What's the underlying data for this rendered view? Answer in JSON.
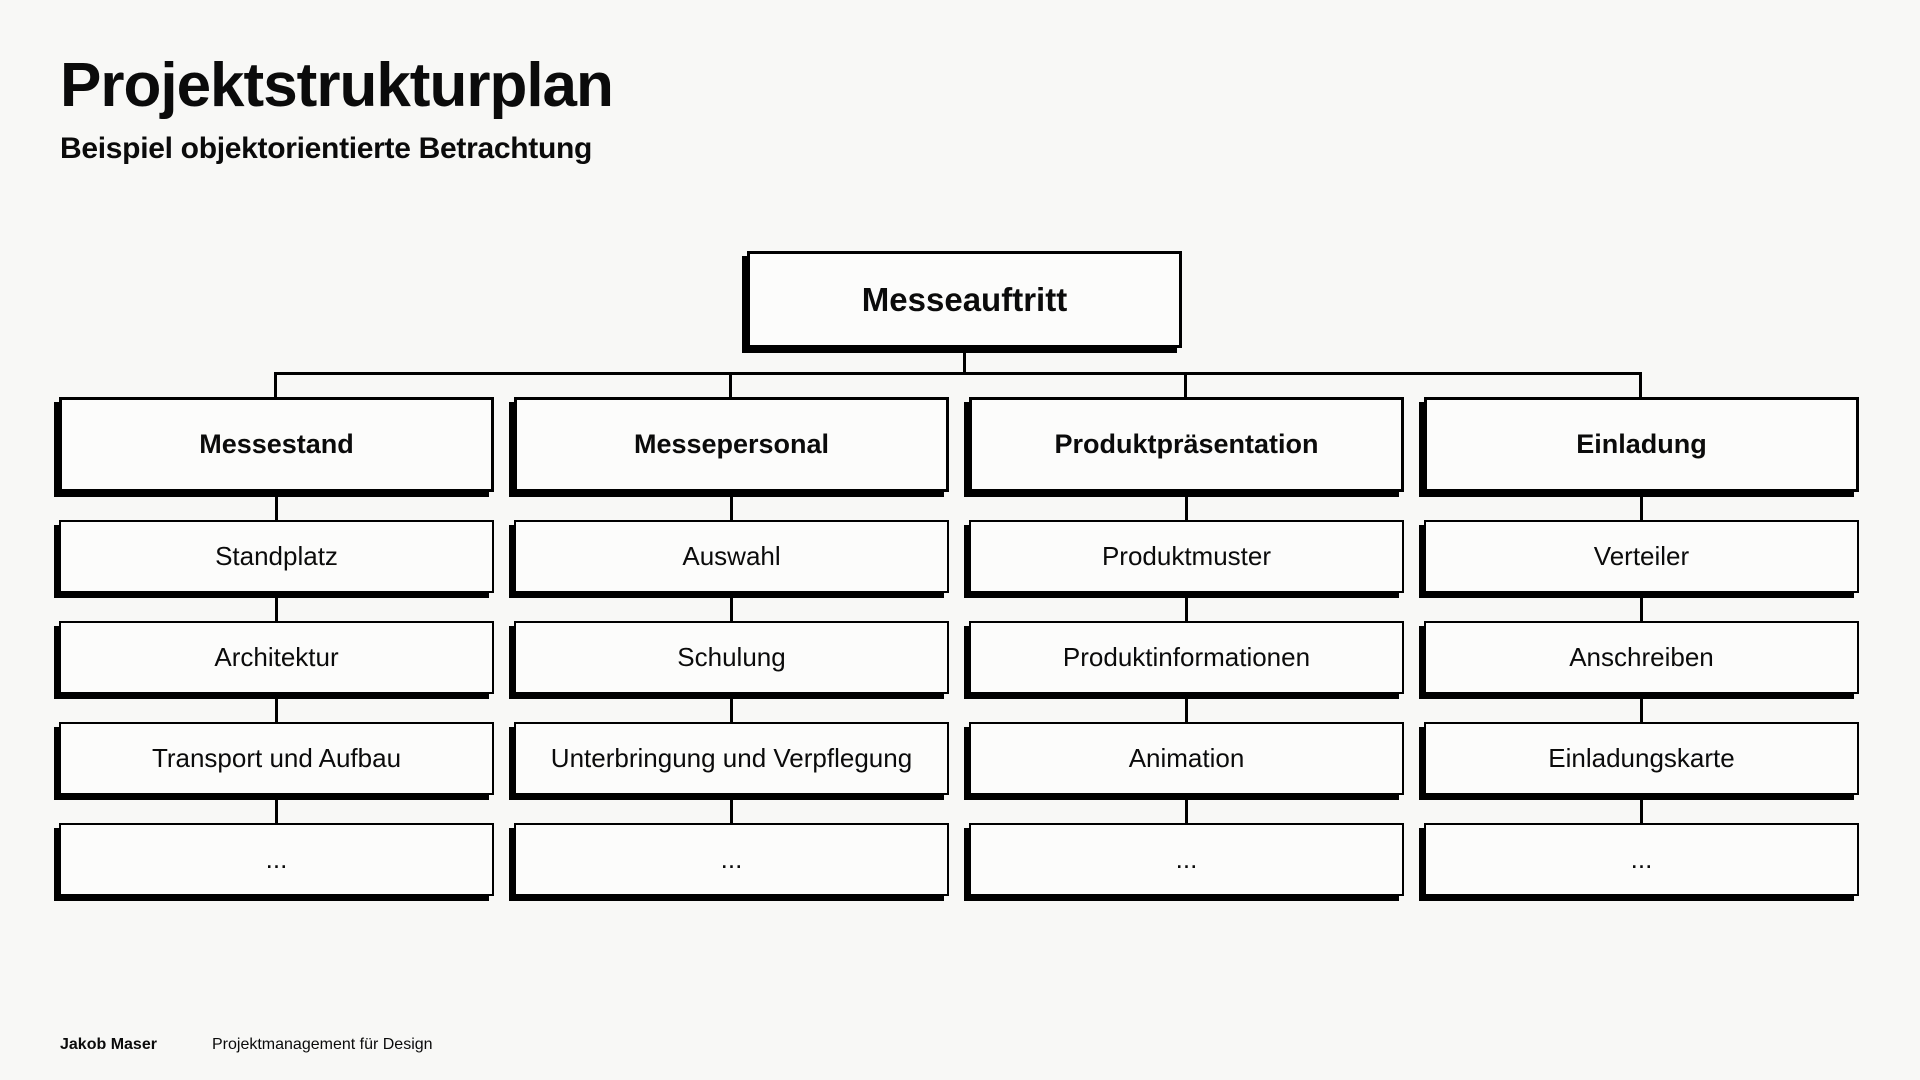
{
  "title": "Projektstrukturplan",
  "subtitle": "Beispiel objektorientierte Betrachtung",
  "diagram": {
    "root": "Messeauftritt",
    "columns": [
      {
        "header": "Messestand",
        "items": [
          "Standplatz",
          "Architektur",
          "Transport und Aufbau",
          "..."
        ]
      },
      {
        "header": "Messepersonal",
        "items": [
          "Auswahl",
          "Schulung",
          "Unterbringung und Verpflegung",
          "..."
        ]
      },
      {
        "header": "Produktpräsentation",
        "items": [
          "Produktmuster",
          "Produktinformationen",
          "Animation",
          "..."
        ]
      },
      {
        "header": "Einladung",
        "items": [
          "Verteiler",
          "Anschreiben",
          "Einladungskarte",
          "..."
        ]
      }
    ]
  },
  "footer": {
    "author": "Jakob Maser",
    "project": "Projektmanagement für Design"
  },
  "colors": {
    "background": "#f8f8f6",
    "box_fill": "#fcfcfb",
    "line": "#000000",
    "text": "#0b0b0b"
  }
}
